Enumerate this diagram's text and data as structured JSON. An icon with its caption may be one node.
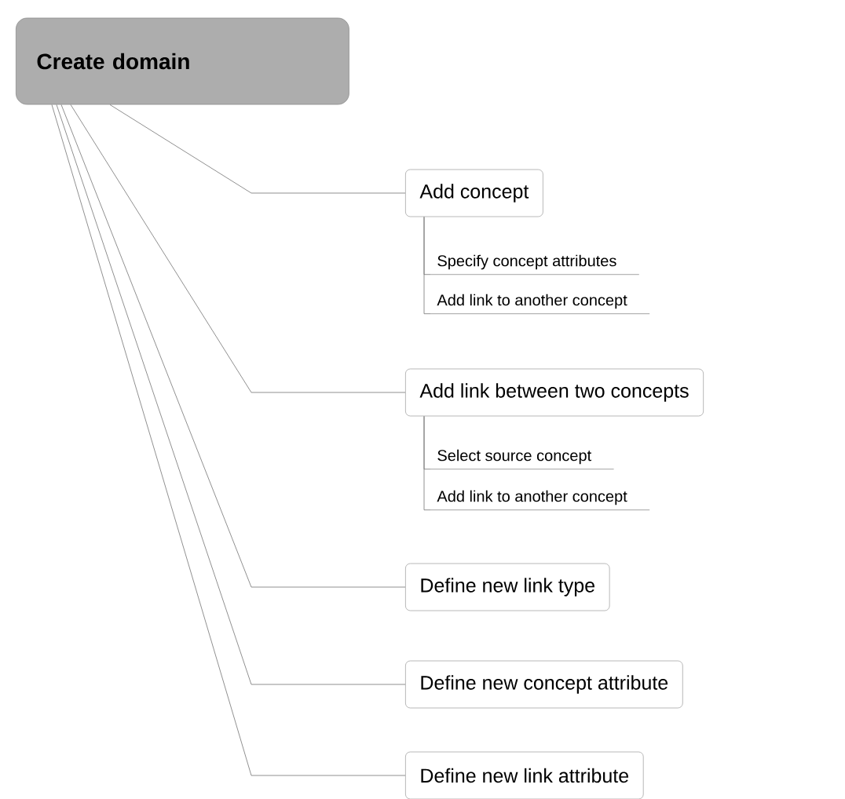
{
  "diagram": {
    "nodes": [
      {
        "text": [
          "Create domain"
        ]
      },
      {
        "text": [
          "Add concept"
        ]
      },
      {
        "text": [
          "Specify concept attributes"
        ]
      },
      {
        "text": [
          "Add link to another concept"
        ]
      },
      {
        "text": [
          "Add link between two concepts"
        ]
      },
      {
        "text": [
          "Select source concept"
        ]
      },
      {
        "text": [
          "Add link to another concept"
        ]
      },
      {
        "text": [
          "Define new link type"
        ]
      },
      {
        "text": [
          "Define new concept attribute"
        ]
      },
      {
        "text": [
          "Define new link attribute"
        ]
      }
    ],
    "edges": [
      {
        "from": 0,
        "to": 1,
        "arrow": "none"
      },
      {
        "from": 1,
        "to": 2,
        "arrow": "none"
      },
      {
        "from": 1,
        "to": 3,
        "arrow": "none"
      },
      {
        "from": 0,
        "to": 4,
        "arrow": "none"
      },
      {
        "from": 4,
        "to": 5,
        "arrow": "none"
      },
      {
        "from": 4,
        "to": 6,
        "arrow": "none"
      },
      {
        "from": 0,
        "to": 7,
        "arrow": "none"
      },
      {
        "from": 0,
        "to": 8,
        "arrow": "none"
      },
      {
        "from": 0,
        "to": 9,
        "arrow": "none"
      }
    ]
  }
}
